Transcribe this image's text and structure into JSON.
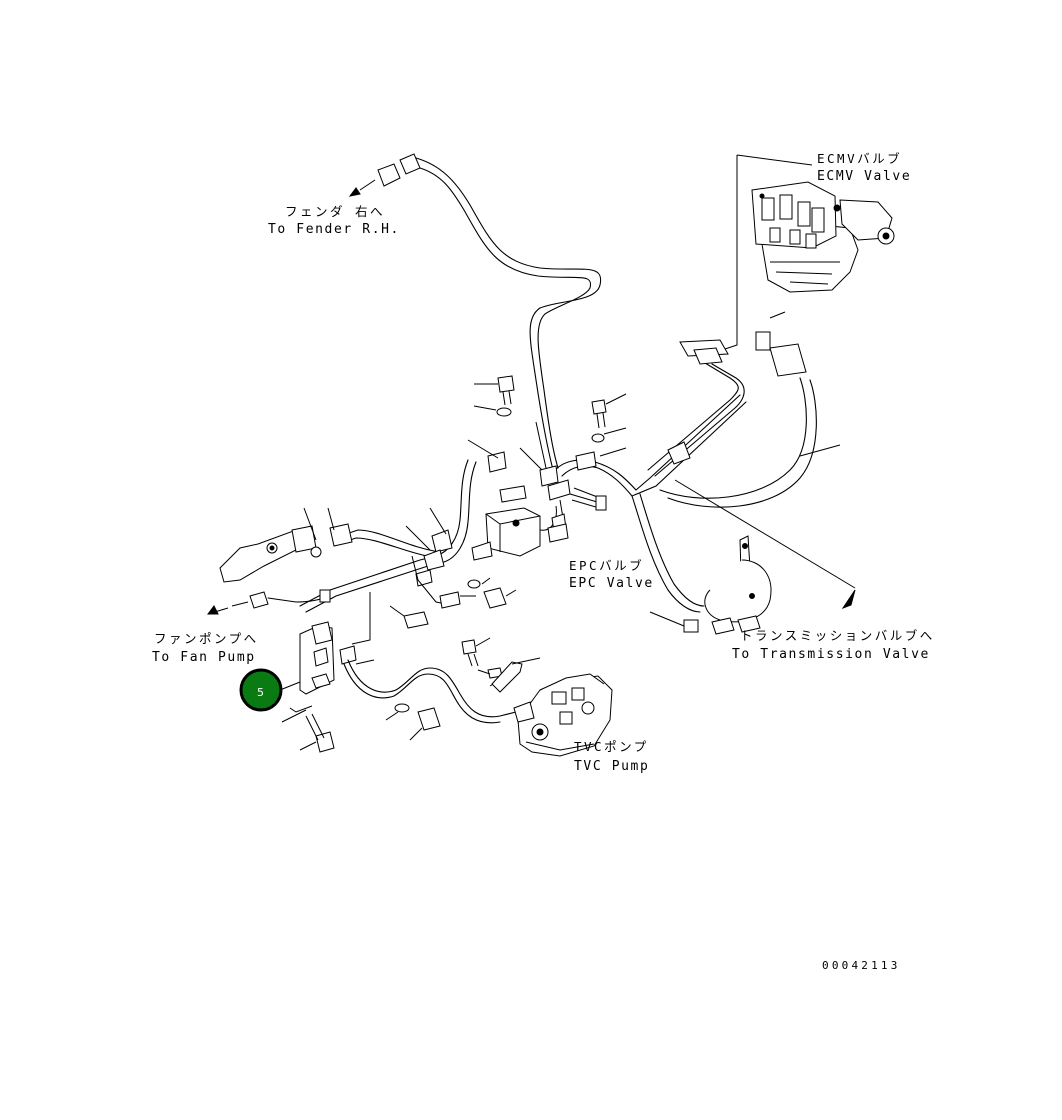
{
  "labels": {
    "fender_jp": "フェンダ 右へ",
    "fender_en": "To Fender R.H.",
    "ecmv_jp": "ECMVバルブ",
    "ecmv_en": "ECMV Valve",
    "epc_jp": "EPCバルブ",
    "epc_en": "EPC Valve",
    "fan_pump_jp": "ファンポンプへ",
    "fan_pump_en": "To Fan Pump",
    "trans_jp": "トランスミッションバルブへ",
    "trans_en": "To Transmission Valve",
    "tvc_jp": "TVCポンプ",
    "tvc_en": "TVC Pump"
  },
  "callout": {
    "number": "5",
    "color": "#0a7a12"
  },
  "document_number": "00042113"
}
